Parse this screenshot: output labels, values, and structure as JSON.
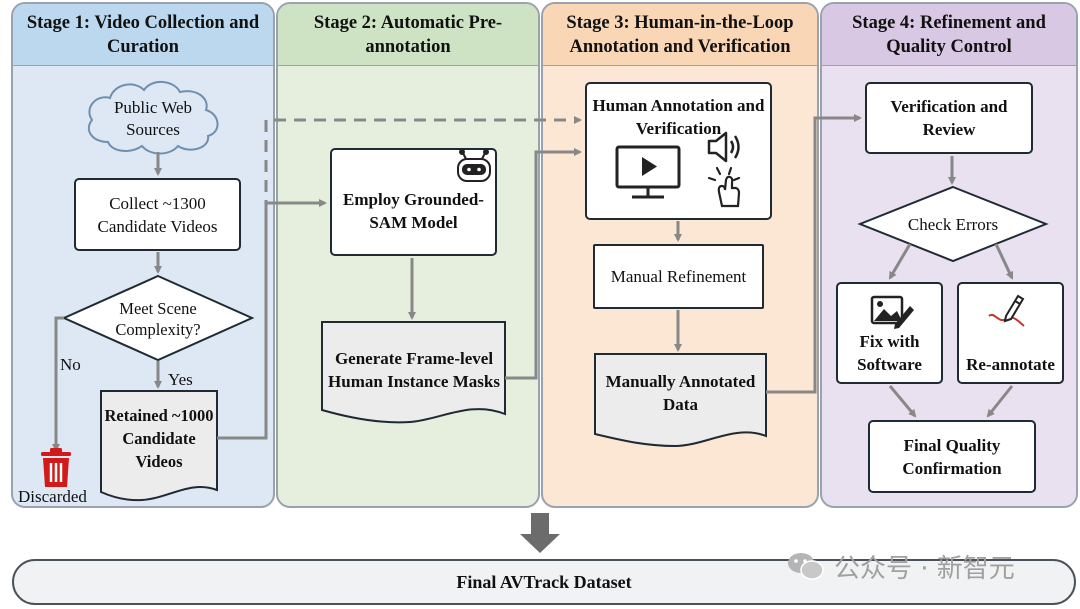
{
  "stages": [
    {
      "title": "Stage 1: Video Collection and Curation"
    },
    {
      "title": "Stage 2: Automatic Pre-annotation"
    },
    {
      "title": "Stage 3: Human-in-the-Loop Annotation and Verification"
    },
    {
      "title": "Stage 4: Refinement and Quality Control"
    }
  ],
  "stage1": {
    "source": "Public Web Sources",
    "collect": "Collect ~1300 Candidate Videos",
    "decision": "Meet Scene Complexity?",
    "no_label": "No",
    "yes_label": "Yes",
    "retained": "Retained ~1000 Candidate Videos",
    "discarded": "Discarded"
  },
  "stage2": {
    "model": "Employ Grounded-SAM Model",
    "masks": "Generate Frame-level Human Instance Masks"
  },
  "stage3": {
    "human": "Human Annotation and Verification",
    "manual": "Manual Refinement",
    "data": "Manually Annotated Data"
  },
  "stage4": {
    "verify": "Verification and Review",
    "check": "Check Errors",
    "fix": "Fix with Software",
    "reannotate": "Re-annotate",
    "final_quality": "Final Quality Confirmation"
  },
  "final": "Final AVTrack Dataset",
  "watermark": "公众号 · 新智元",
  "colors": {
    "stage1_bg": "#dde8f4",
    "stage2_bg": "#e6efde",
    "stage3_bg": "#fbe7d3",
    "stage4_bg": "#e9e1ef",
    "arrow": "#888888",
    "trash": "#d11a1a"
  },
  "icons": [
    "cloud-shape",
    "robot-icon",
    "monitor-play-icon",
    "speaker-icon",
    "click-hand-icon",
    "image-edit-icon",
    "pen-icon",
    "trash-icon",
    "down-arrow-icon",
    "wechat-icon"
  ]
}
